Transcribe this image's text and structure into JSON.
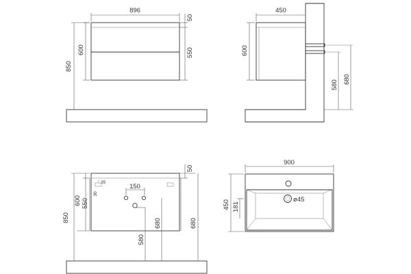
{
  "views": {
    "front": {
      "width": "896",
      "top_panel": "50",
      "front_height": "600",
      "drawer_height": "550",
      "mount_height": "850"
    },
    "side": {
      "depth": "450",
      "front_height": "600",
      "pipe_height_a": "580",
      "pipe_height_b": "680"
    },
    "back": {
      "top_panel": "50",
      "offset_x": "35",
      "offset_y": "30",
      "hole_spacing": "150",
      "front_height": "600",
      "drawer_height": "550",
      "mount_height": "850",
      "pipe_height_a": "580",
      "pipe_height_b": "680",
      "pipe_height_c": "680"
    },
    "basin": {
      "width": "900",
      "depth": "450",
      "drain_offset": "181",
      "drain_label": "ø45"
    }
  },
  "colors": {
    "line": "#555555",
    "hatch": "#999999",
    "text": "#333333"
  }
}
